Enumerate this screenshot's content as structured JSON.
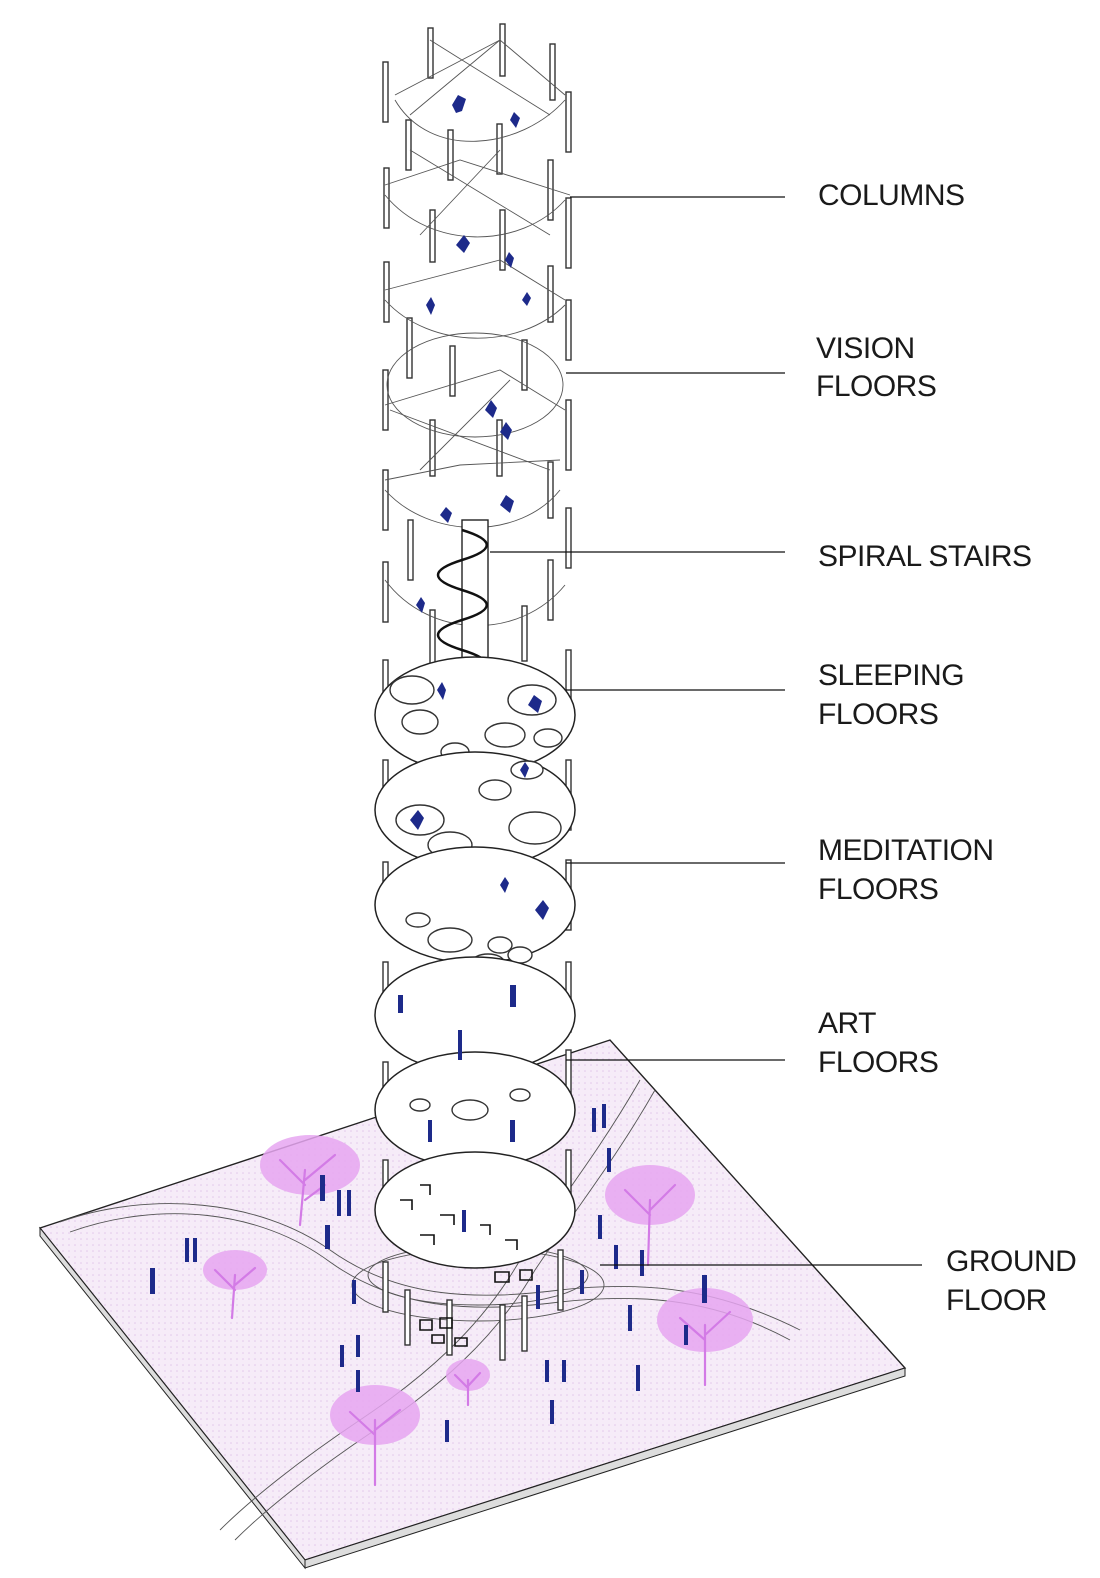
{
  "diagram": {
    "labels": [
      {
        "id": "columns",
        "lines": [
          "COLUMNS"
        ]
      },
      {
        "id": "vision",
        "lines": [
          "VISION",
          "FLOORS"
        ]
      },
      {
        "id": "spiral",
        "lines": [
          "SPIRAL STAIRS"
        ]
      },
      {
        "id": "sleeping",
        "lines": [
          "SLEEPING",
          "FLOORS"
        ]
      },
      {
        "id": "meditation",
        "lines": [
          "MEDITATION",
          "FLOORS"
        ]
      },
      {
        "id": "art",
        "lines": [
          "ART",
          "FLOORS"
        ]
      },
      {
        "id": "ground",
        "lines": [
          "GROUND",
          "FLOOR"
        ]
      }
    ],
    "colors": {
      "people": "#1d2a8a",
      "trees": "#d37be6",
      "ground_plane": "#f4e8f7",
      "lines": "#222222"
    },
    "icons": [
      "person-figure-icon",
      "tree-icon",
      "spiral-stair-icon"
    ]
  }
}
